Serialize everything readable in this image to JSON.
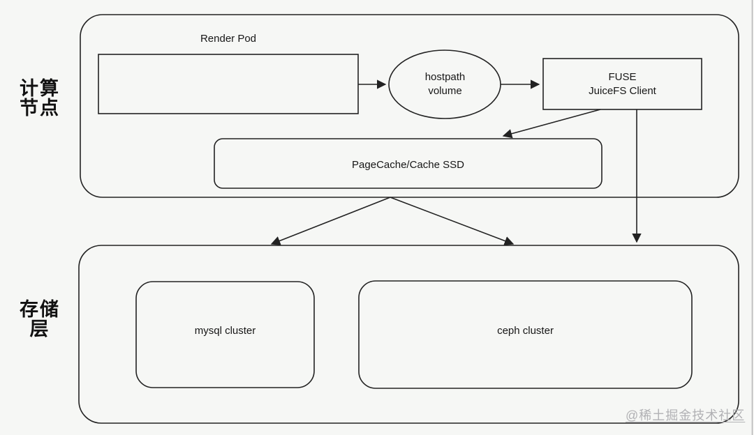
{
  "colors": {
    "background": "#f6f7f5",
    "line": "#222222",
    "watermark": "#b1b1b4",
    "screen_edge": "#b5b5b5"
  },
  "side_labels": {
    "compute": {
      "line1": "计算",
      "line2": "节点"
    },
    "storage": {
      "line1": "存储",
      "line2": "层"
    }
  },
  "compute_layer": {
    "render_pod_title": "Render Pod",
    "hostpath": {
      "line1": "hostpath",
      "line2": "volume"
    },
    "fuse": {
      "line1": "FUSE",
      "line2": "JuiceFS Client"
    },
    "pagecache_label": "PageCache/Cache SSD"
  },
  "storage_layer": {
    "mysql_label": "mysql cluster",
    "ceph_label": "ceph cluster"
  },
  "watermark": "@稀土掘金技术社区",
  "edges": [
    {
      "from": "render-pod-box",
      "to": "hostpath-volume-ellipse",
      "arrow": "end"
    },
    {
      "from": "hostpath-volume-ellipse",
      "to": "fuse-juicefs-client-box",
      "arrow": "end"
    },
    {
      "from": "fuse-juicefs-client-box",
      "to": "pagecache-ssd-box",
      "arrow": "end"
    },
    {
      "from": "fuse-juicefs-client-box",
      "to": "storage-layer-container",
      "arrow": "end"
    },
    {
      "from": "compute-node-container",
      "to": "storage-layer-container-left",
      "arrow": "end"
    },
    {
      "from": "compute-node-container",
      "to": "storage-layer-container-right",
      "arrow": "end"
    }
  ]
}
